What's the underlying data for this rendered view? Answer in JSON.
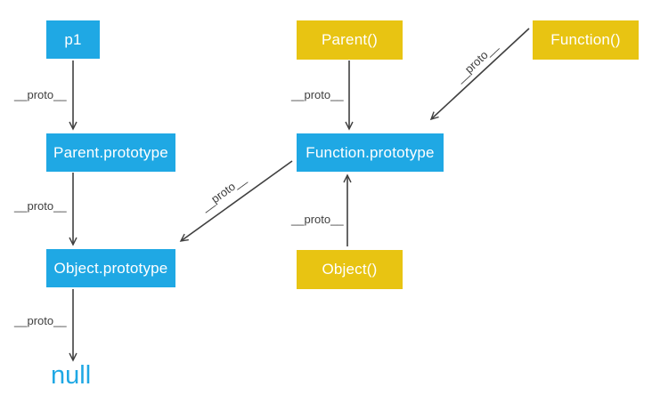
{
  "diagram": {
    "description": "JavaScript prototype chain diagram",
    "colors": {
      "object_box": "#1FA8E4",
      "constructor_box": "#E8C412",
      "box_text": "#ffffff",
      "arrow": "#404040",
      "null_text": "#1FA8E4",
      "background": "#ffffff"
    },
    "nodes": {
      "p1": {
        "label": "p1",
        "type": "object"
      },
      "parent_fn": {
        "label": "Parent()",
        "type": "constructor"
      },
      "function_fn": {
        "label": "Function()",
        "type": "constructor"
      },
      "parent_prototype": {
        "label": "Parent.prototype",
        "type": "object"
      },
      "function_prototype": {
        "label": "Function.prototype",
        "type": "object"
      },
      "object_prototype": {
        "label": "Object.prototype",
        "type": "object"
      },
      "object_fn": {
        "label": "Object()",
        "type": "constructor"
      },
      "null_terminal": {
        "label": "null",
        "type": "terminal"
      }
    },
    "edges": {
      "p1_proto": {
        "label": "__proto__",
        "from": "p1",
        "to": "Parent.prototype"
      },
      "parent_prototype_proto": {
        "label": "__proto__",
        "from": "Parent.prototype",
        "to": "Object.prototype"
      },
      "object_prototype_proto": {
        "label": "__proto__",
        "from": "Object.prototype",
        "to": "null"
      },
      "parent_fn_proto": {
        "label": "__proto__",
        "from": "Parent()",
        "to": "Function.prototype"
      },
      "function_fn_proto": {
        "label": "__proto__",
        "from": "Function()",
        "to": "Function.prototype"
      },
      "object_fn_proto": {
        "label": "__proto__",
        "from": "Object()",
        "to": "Function.prototype"
      },
      "function_prototype_proto": {
        "label": "__proto__",
        "from": "Function.prototype",
        "to": "Object.prototype"
      }
    }
  }
}
